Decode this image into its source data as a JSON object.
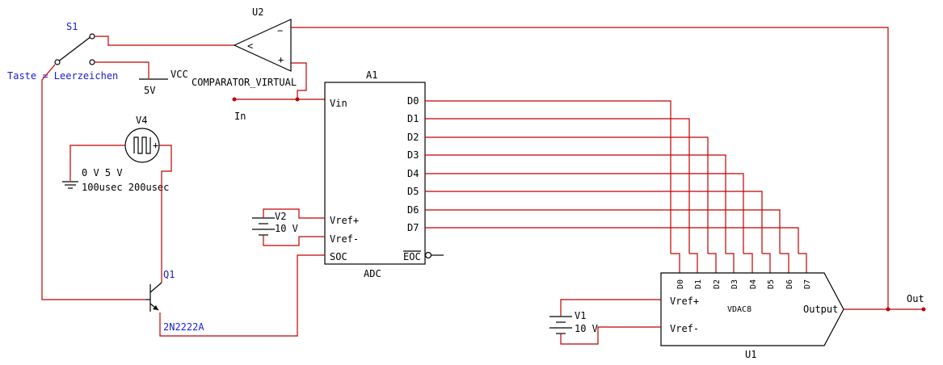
{
  "colors": {
    "wire": "#c00000",
    "component": "#000000",
    "label_blue": "#1a1ad4",
    "background": "#ffffff"
  },
  "switch": {
    "ref": "S1",
    "note": "Taste = Leerzeichen"
  },
  "vcc": {
    "label": "VCC",
    "value": "5V"
  },
  "comparator": {
    "ref": "U2",
    "model": "COMPARATOR_VIRTUAL",
    "minus": "−",
    "plus": "+",
    "symbol": "<"
  },
  "adc": {
    "ref": "A1",
    "type": "ADC",
    "vin": "Vin",
    "vref_plus": "Vref+",
    "vref_minus": "Vref-",
    "soc": "SOC",
    "eoc": "EOC",
    "outputs": [
      "D0",
      "D1",
      "D2",
      "D3",
      "D4",
      "D5",
      "D6",
      "D7"
    ]
  },
  "input": {
    "label": "In"
  },
  "pulse_source": {
    "ref": "V4",
    "line1": "0 V 5 V",
    "line2": "100usec 200usec"
  },
  "vref_adc": {
    "ref": "V2",
    "value": "10 V"
  },
  "transistor": {
    "ref": "Q1",
    "model": "2N2222A"
  },
  "dac": {
    "ref": "U1",
    "type": "VDAC8",
    "inputs": [
      "D0",
      "D1",
      "D2",
      "D3",
      "D4",
      "D5",
      "D6",
      "D7"
    ],
    "vref_plus": "Vref+",
    "vref_minus": "Vref-",
    "output": "Output"
  },
  "vref_dac": {
    "ref": "V1",
    "value": "10 V"
  },
  "output": {
    "label": "Out"
  }
}
